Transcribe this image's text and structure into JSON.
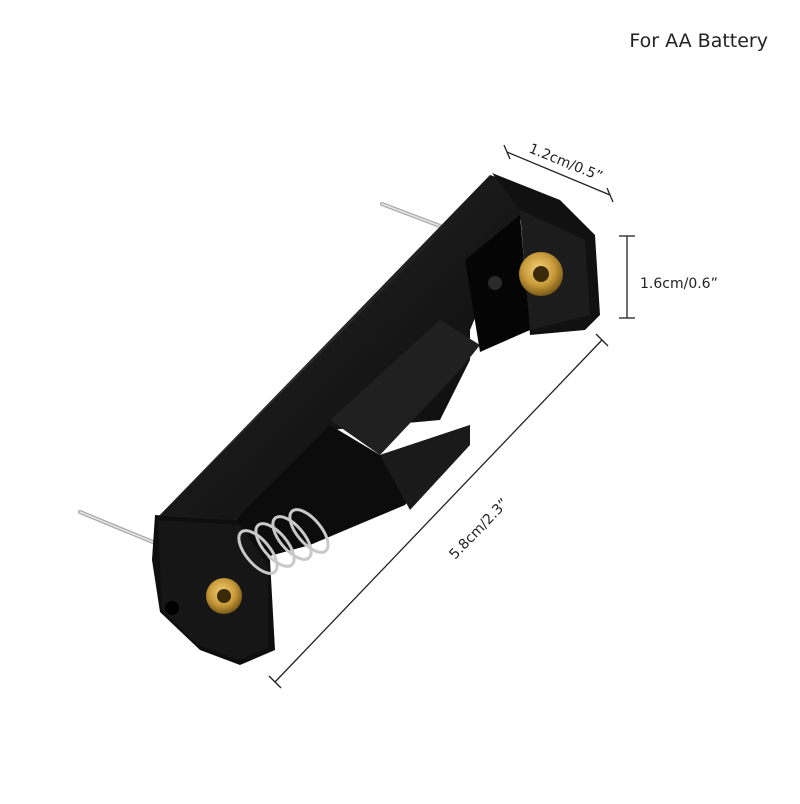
{
  "caption": "For AA Battery",
  "dimensions": {
    "width": "1.2cm/0.5”",
    "height": "1.6cm/0.6”",
    "length": "5.8cm/2.3”"
  }
}
